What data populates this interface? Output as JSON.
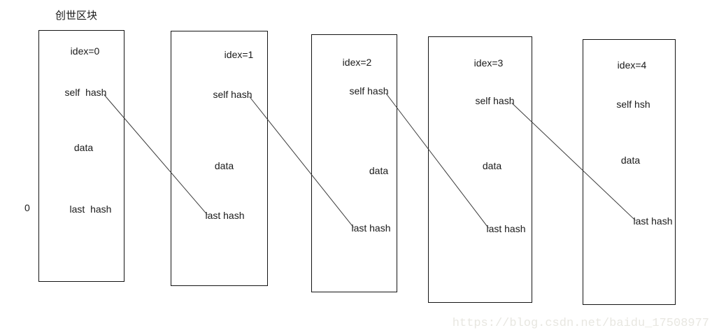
{
  "labels": {
    "genesis_block": "创世区块",
    "zero": "0"
  },
  "diagram": {
    "type": "blockchain-linked-blocks",
    "blocks": [
      {
        "idx_label": "idex=0",
        "self_hash_label": "self  hash",
        "data_label": "data",
        "last_hash_label": "last  hash"
      },
      {
        "idx_label": "idex=1",
        "self_hash_label": "self hash",
        "data_label": "data",
        "last_hash_label": "last hash"
      },
      {
        "idx_label": "idex=2",
        "self_hash_label": "self hash",
        "data_label": "data",
        "last_hash_label": "last hash"
      },
      {
        "idx_label": "idex=3",
        "self_hash_label": "self hash",
        "data_label": "data",
        "last_hash_label": "last hash"
      },
      {
        "idx_label": "idex=4",
        "self_hash_label": "self hsh",
        "data_label": "data",
        "last_hash_label": "last hash"
      }
    ],
    "connections": [
      {
        "from_block": 0,
        "from_field": "self_hash",
        "to_block": 1,
        "to_field": "last_hash"
      },
      {
        "from_block": 1,
        "from_field": "self_hash",
        "to_block": 2,
        "to_field": "last_hash"
      },
      {
        "from_block": 2,
        "from_field": "self_hash",
        "to_block": 3,
        "to_field": "last_hash"
      },
      {
        "from_block": 3,
        "from_field": "self_hash",
        "to_block": 4,
        "to_field": "last_hash"
      }
    ],
    "line_color": "#3a3a3a",
    "border_color": "#141414",
    "text_color": "#1a1a1a",
    "background_color": "#ffffff"
  },
  "watermark": {
    "text": "https://blog.csdn.net/baidu_17508977",
    "color": "#e8e7e1"
  }
}
